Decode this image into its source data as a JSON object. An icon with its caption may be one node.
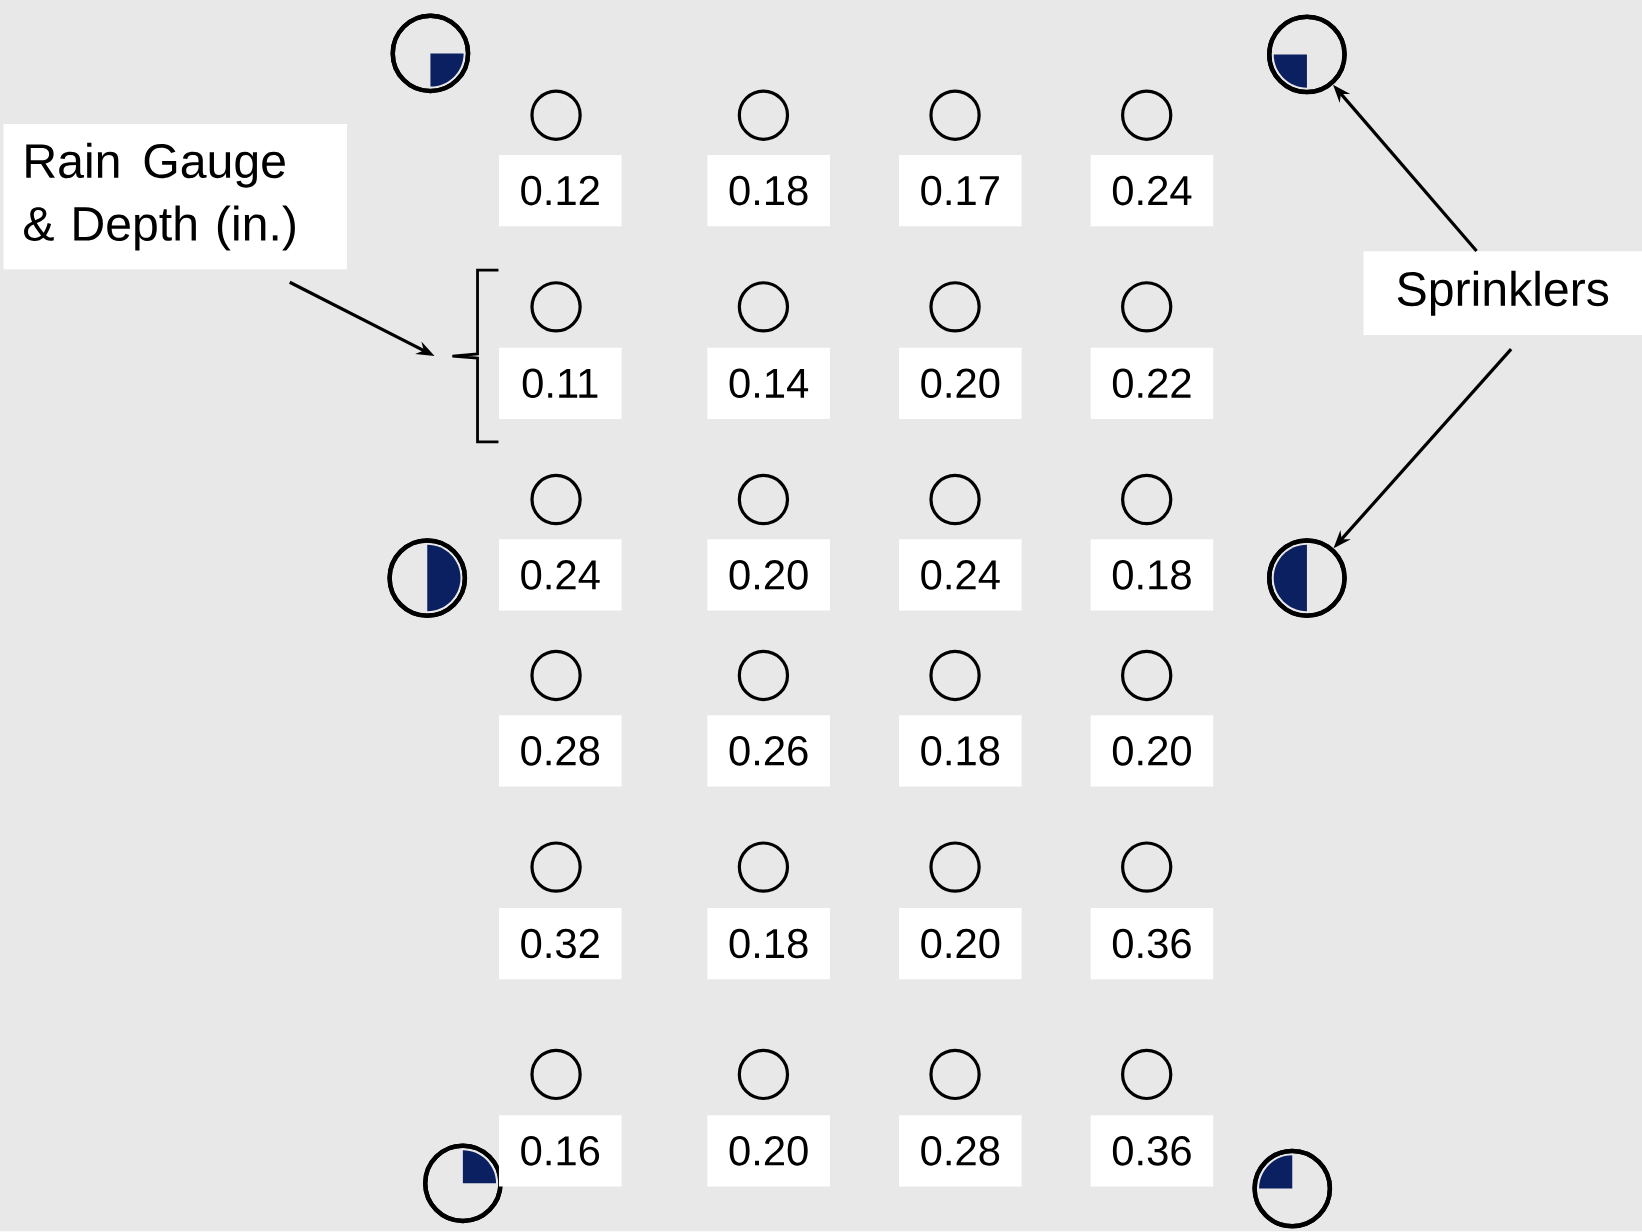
{
  "diagram": {
    "nodes": [
      {
        "text": [
          "Rain Gauge & Depth (in.)"
        ]
      },
      {
        "text": [
          "Sprinklers"
        ]
      },
      {
        "text": [],
        "shape": "circle"
      },
      {
        "text": [],
        "shape": "circle"
      },
      {
        "text": [],
        "shape": "circle"
      },
      {
        "text": [],
        "shape": "circle"
      },
      {
        "text": [],
        "shape": "circle"
      },
      {
        "text": [],
        "shape": "circle"
      },
      {
        "text": [
          "0.12"
        ]
      },
      {
        "text": [
          "0.18"
        ]
      },
      {
        "text": [
          "0.17"
        ]
      },
      {
        "text": [
          "0.24"
        ]
      },
      {
        "text": [
          "0.11"
        ]
      },
      {
        "text": [
          "0.14"
        ]
      },
      {
        "text": [
          "0.20"
        ]
      },
      {
        "text": [
          "0.22"
        ]
      },
      {
        "text": [
          "0.24"
        ]
      },
      {
        "text": [
          "0.20"
        ]
      },
      {
        "text": [
          "0.24"
        ]
      },
      {
        "text": [
          "0.18"
        ]
      },
      {
        "text": [
          "0.28"
        ]
      },
      {
        "text": [
          "0.26"
        ]
      },
      {
        "text": [
          "0.18"
        ]
      },
      {
        "text": [
          "0.20"
        ]
      },
      {
        "text": [
          "0.32"
        ]
      },
      {
        "text": [
          "0.18"
        ]
      },
      {
        "text": [
          "0.20"
        ]
      },
      {
        "text": [
          "0.36"
        ]
      },
      {
        "text": [
          "0.16"
        ]
      },
      {
        "text": [
          "0.20"
        ]
      },
      {
        "text": [
          "0.28"
        ]
      },
      {
        "text": [
          "0.36"
        ]
      }
    ],
    "edges": [
      {
        "from": 0,
        "to": null,
        "arrow": "to"
      },
      {
        "from": 1,
        "to": 3,
        "arrow": "to"
      },
      {
        "from": 1,
        "to": 5,
        "arrow": "to"
      }
    ]
  }
}
